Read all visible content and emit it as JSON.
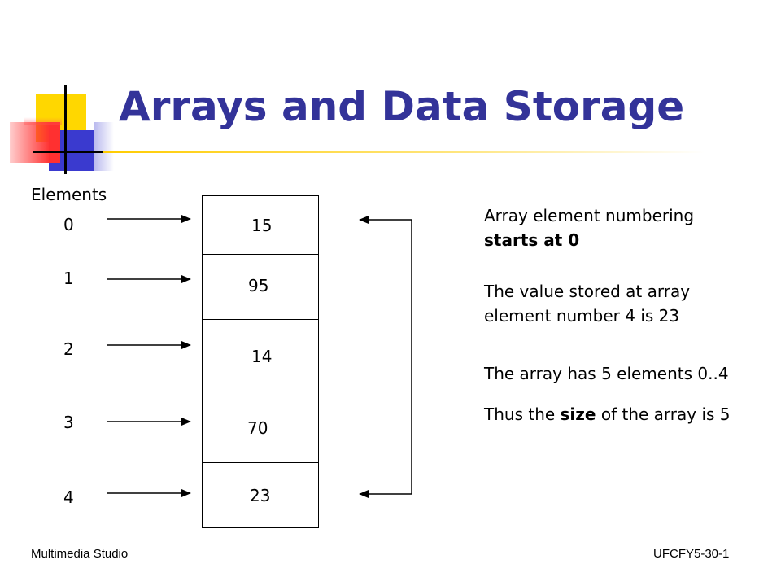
{
  "slide": {
    "title": "Arrays and Data Storage",
    "elements_label": "Elements",
    "indices": [
      "0",
      "1",
      "2",
      "3",
      "4"
    ],
    "values": [
      "15",
      "95",
      "14",
      "70",
      "23"
    ],
    "notes": {
      "note1_line1": "Array element numbering",
      "note1_bold": "starts at 0",
      "note2": "The value stored at array element number 4 is 23",
      "note3": "The array has 5 elements 0..4",
      "note4_pre": "Thus the ",
      "note4_bold": "size",
      "note4_post": " of the array is 5"
    }
  },
  "footer": {
    "left": "Multimedia Studio",
    "right": "UFCFY5-30-1"
  },
  "colors": {
    "title": "#333399",
    "accent_yellow": "#ffd700",
    "accent_blue": "#3a3acf",
    "accent_red": "#ff3030"
  }
}
